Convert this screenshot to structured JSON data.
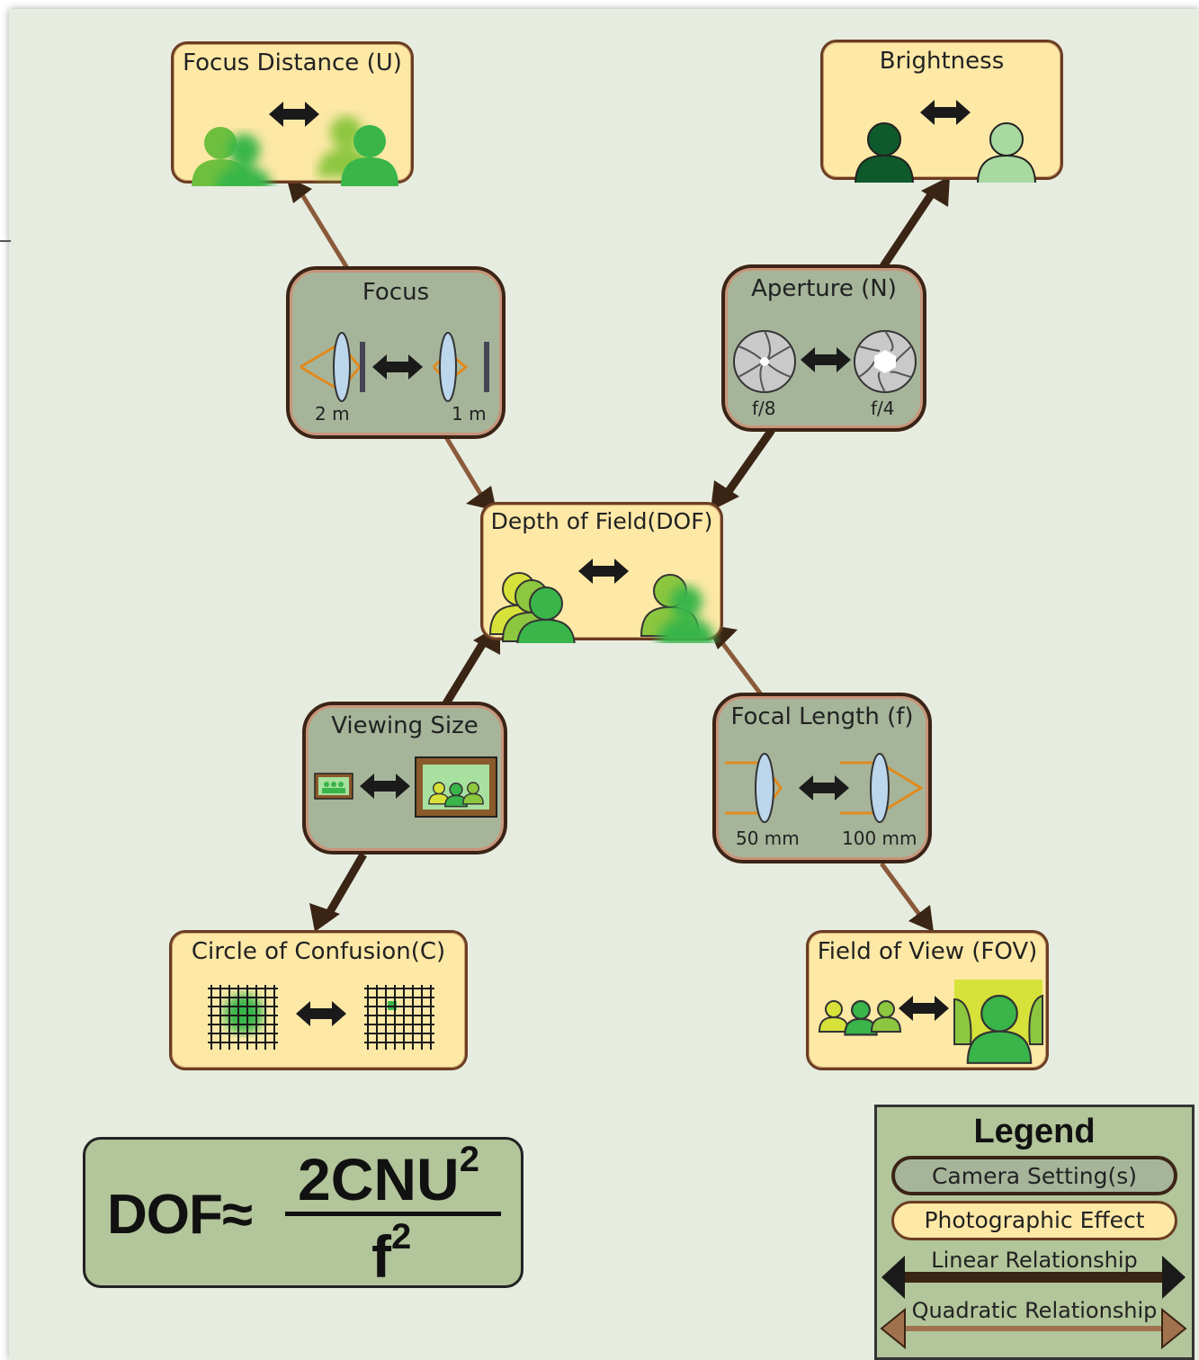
{
  "effects": {
    "focus_distance": "Focus Distance (U)",
    "brightness": "Brightness",
    "dof": "Depth of Field(DOF)",
    "coc": "Circle of Confusion(C)",
    "fov": "Field of View (FOV)"
  },
  "settings": {
    "focus": {
      "title": "Focus",
      "near": "2 m",
      "far": "1 m"
    },
    "aperture": {
      "title": "Aperture (N)",
      "small": "f/8",
      "large": "f/4"
    },
    "viewing_size": {
      "title": "Viewing Size"
    },
    "focal_length": {
      "title": "Focal Length (f)",
      "short": "50 mm",
      "long": "100 mm"
    }
  },
  "formula": {
    "lhs": "DOF≈",
    "numerator": "2CNU",
    "numerator_exp": "2",
    "denominator": "f",
    "denominator_exp": "2"
  },
  "legend": {
    "title": "Legend",
    "camera_setting": "Camera Setting(s)",
    "photographic_effect": "Photographic Effect",
    "linear": "Linear Relationship",
    "quadratic": "Quadratic Relationship"
  },
  "colors": {
    "effect_fill": "#fde8a6",
    "setting_fill": "#a6b59a",
    "dark_arrow": "#3a2414",
    "light_arrow": "#8a5a3a",
    "person_green": "#39b54a",
    "person_light": "#8dc63f",
    "person_dark": "#0f5a2a"
  },
  "icons": [
    "person-icon",
    "lens-icon",
    "aperture-icon",
    "picture-frame-icon",
    "grid-icon",
    "double-arrow-icon"
  ]
}
